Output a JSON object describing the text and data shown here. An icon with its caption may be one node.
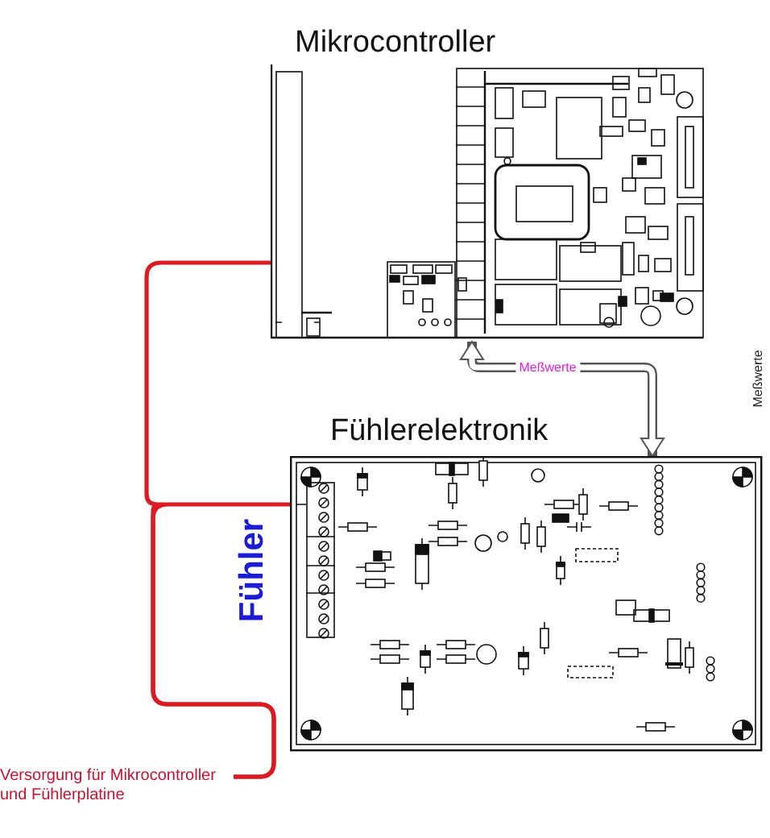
{
  "diagram": {
    "nodes": [
      {
        "text": [
          "Mikrocontroller"
        ]
      },
      {
        "text": [
          "Fühlerelektronik"
        ]
      },
      {
        "text": [
          "Versorgung für Mikrocontroller und Fühlerplatine"
        ]
      }
    ],
    "edges": [
      {
        "from": 0,
        "to": 1,
        "arrow": "both",
        "label": "Meßwerte",
        "style": "thick",
        "color": "#555555"
      },
      {
        "from": 2,
        "to": 0,
        "arrow": "none"
      },
      {
        "from": 2,
        "to": 1,
        "arrow": "none"
      }
    ],
    "labels": [
      "Meßwerte",
      "Fühler"
    ]
  }
}
